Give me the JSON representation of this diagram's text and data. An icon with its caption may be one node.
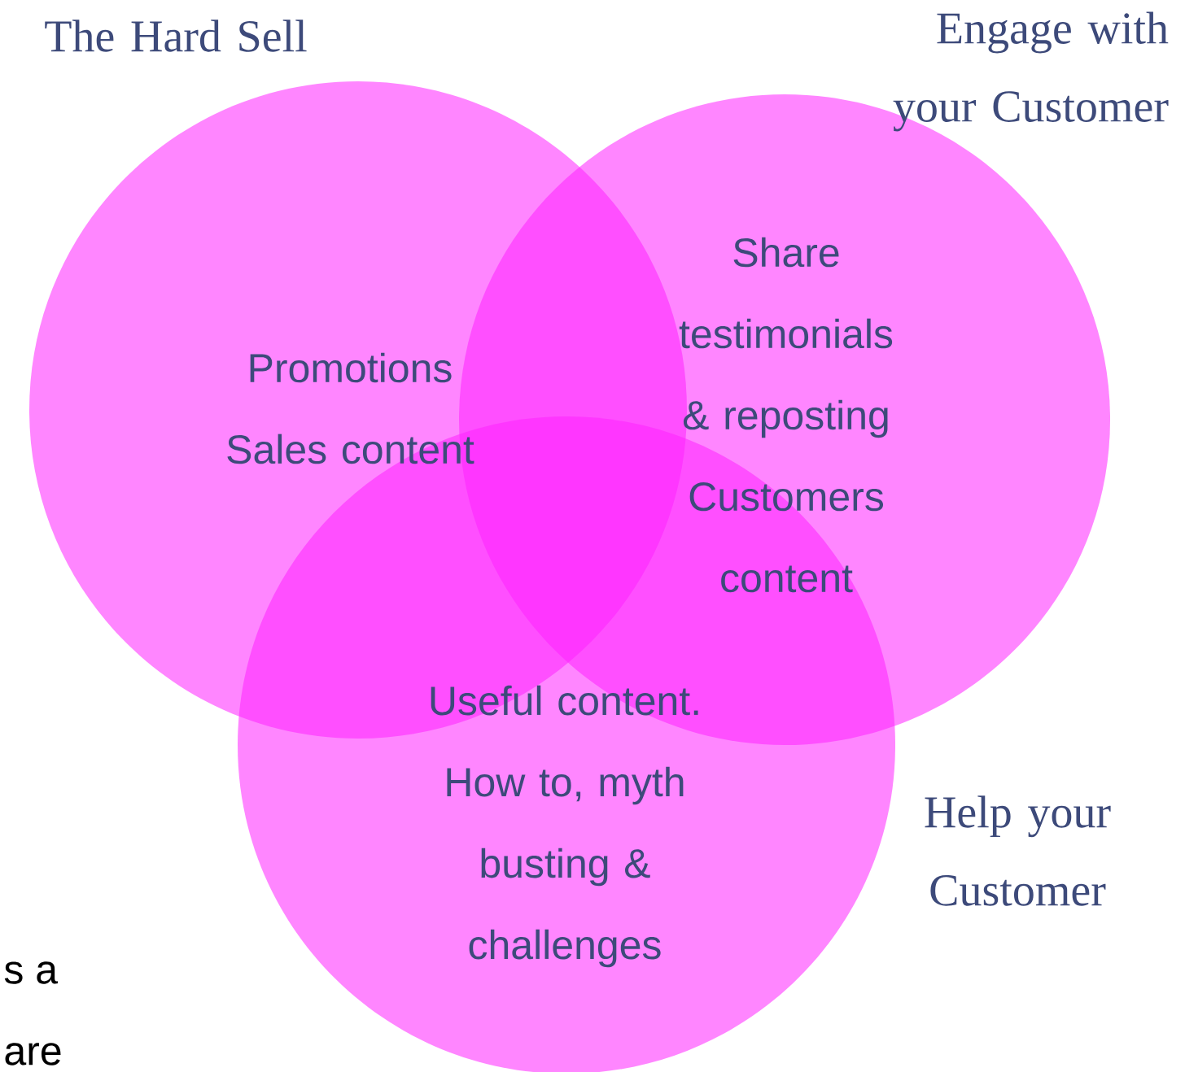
{
  "diagram": {
    "nodes": [
      {
        "text": [
          "The Hard Sell",
          "Promotions Sales content"
        ]
      },
      {
        "text": [
          "Engage with your Customer",
          "Share testimonials & reposting Customers content"
        ]
      },
      {
        "text": [
          "Useful content. How to, myth busting & challenges",
          "Help your Customer"
        ]
      }
    ],
    "labels": [
      "s a",
      "are"
    ]
  }
}
